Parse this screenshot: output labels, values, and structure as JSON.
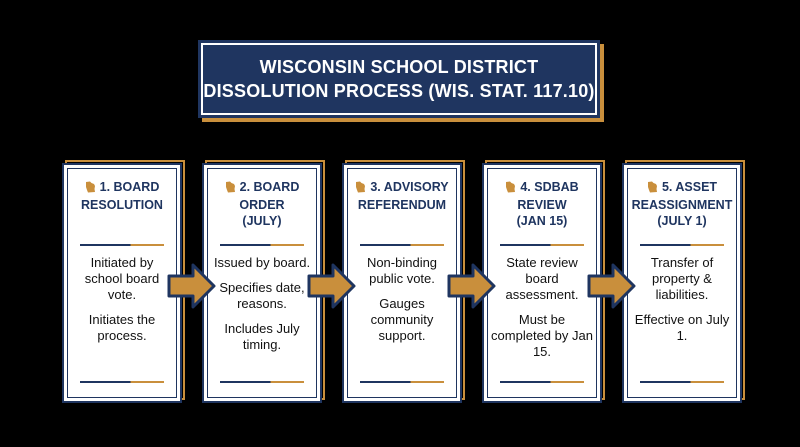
{
  "title": {
    "line1": "WISCONSIN SCHOOL DISTRICT",
    "line2": "DISSOLUTION PROCESS (WIS. STAT. 117.10)"
  },
  "colors": {
    "navy": "#1f3560",
    "gold": "#c98f3c",
    "background": "#000000",
    "card": "#ffffff"
  },
  "step_icon": "wisconsin-state-icon",
  "steps": [
    {
      "heading": [
        "1. BOARD",
        "RESOLUTION"
      ],
      "body": [
        "Initiated by school board vote.",
        "Initiates the process."
      ]
    },
    {
      "heading": [
        "2. BOARD",
        "ORDER",
        "(JULY)"
      ],
      "body": [
        "Issued by board.",
        "Specifies date, reasons.",
        "Includes July timing."
      ]
    },
    {
      "heading": [
        "3. ADVISORY",
        "REFERENDUM"
      ],
      "body": [
        "Non-binding public vote.",
        "Gauges community support."
      ]
    },
    {
      "heading": [
        "4. SDBAB",
        "REVIEW",
        "(JAN 15)"
      ],
      "body": [
        "State review board assessment.",
        "Must be completed by Jan 15."
      ]
    },
    {
      "heading": [
        "5. ASSET",
        "REASSIGNMENT",
        "(JULY 1)"
      ],
      "body": [
        "Transfer of property & liabilities.",
        "Effective on July 1."
      ]
    }
  ]
}
